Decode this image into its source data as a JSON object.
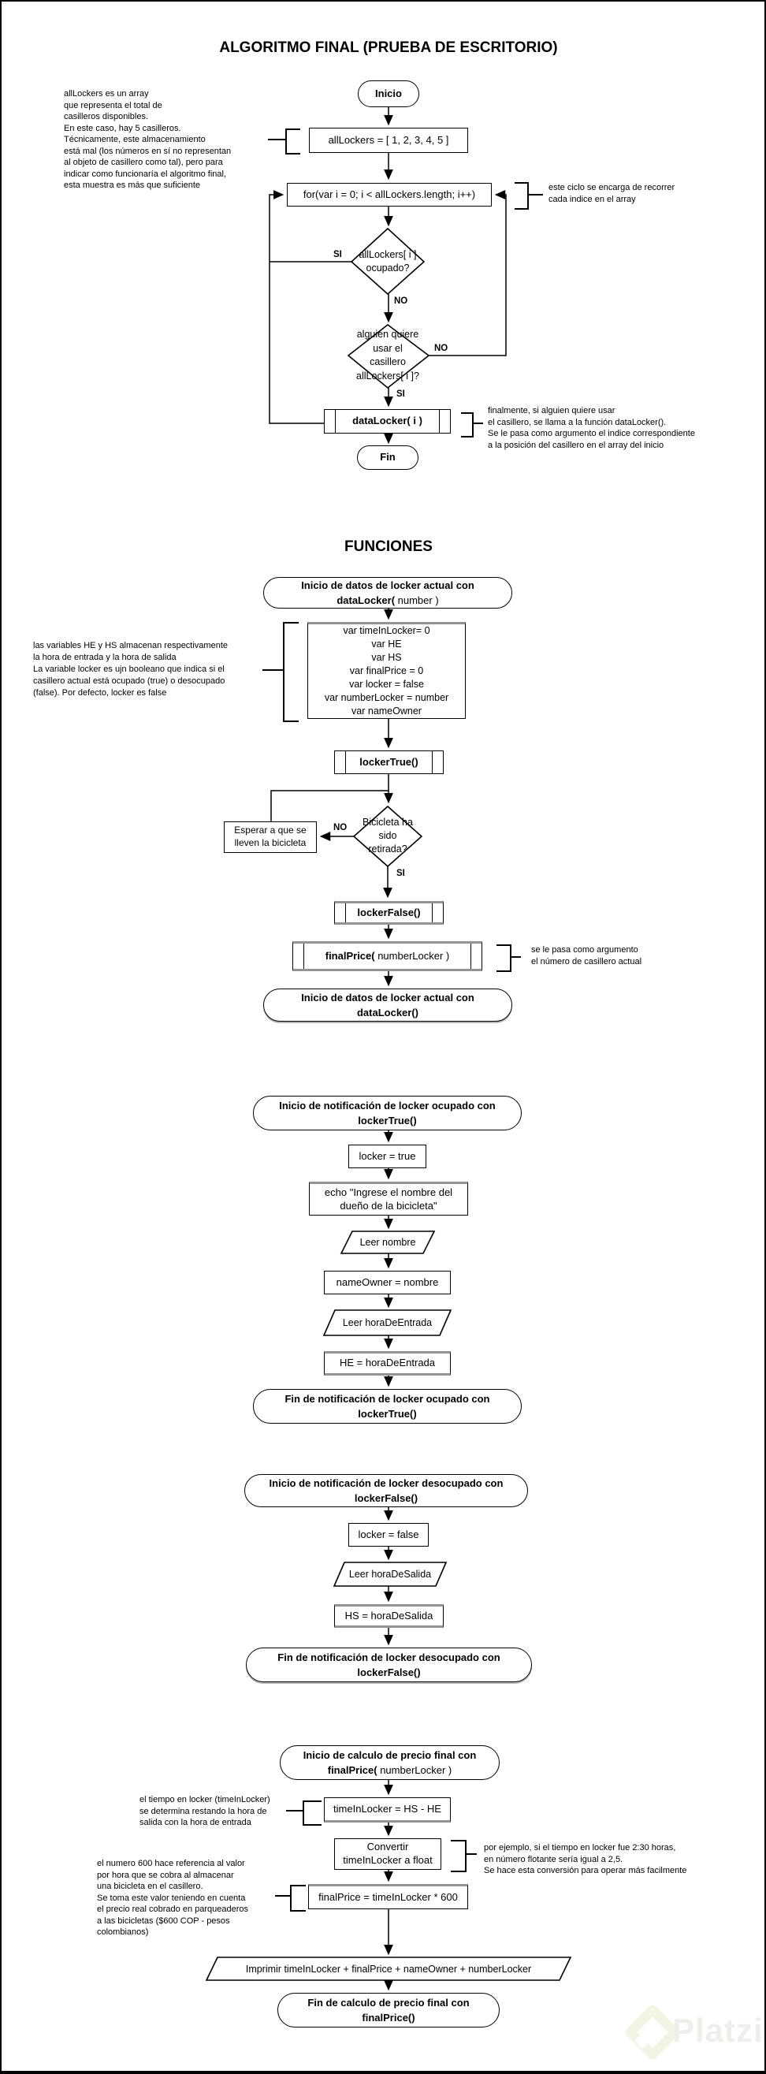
{
  "titles": {
    "main": "ALGORITMO FINAL (PRUEBA DE ESCRITORIO)",
    "functions": "FUNCIONES"
  },
  "labels": {
    "yes": "SI",
    "no": "NO"
  },
  "chart1": {
    "start": "Inicio",
    "array_box": "allLockers = [ 1, 2, 3, 4, 5 ]",
    "for_box": "for(var i = 0; i < allLockers.length; i++)",
    "decision_occupied": [
      "allLockers[ i ]",
      "ocupado?"
    ],
    "decision_use": [
      "alguien quiere",
      "usar el",
      "casillero",
      "allLockers[ i ]?"
    ],
    "datalocker_call": "dataLocker( i )",
    "end": "Fin",
    "note_array": [
      "allLockers es un array",
      "que representa el total de",
      "casilleros disponibles.",
      "En este caso, hay 5 casilleros.",
      "Técnicamente, este almacenamiento",
      "está mal (los números en sí no representan",
      "al objeto de casillero como tal), pero para",
      "indicar como funcionaría el algoritmo final,",
      "esta muestra es más que suficiente"
    ],
    "note_for": [
      "este ciclo se encarga de recorrer",
      "cada indice en el array"
    ],
    "note_datalocker": [
      "finalmente, si alguien quiere usar",
      "el casillero, se llama a la función dataLocker().",
      "Se le pasa como argumento el indice correspondiente",
      "a la posición del casillero en el array del inicio"
    ]
  },
  "chart2": {
    "start_line1": "Inicio de datos de locker actual con",
    "start_line2_bold": "dataLocker(",
    "start_line2_rest": " number )",
    "vars": [
      "var timeInLocker= 0",
      "var HE",
      "var HS",
      "var finalPrice = 0",
      "var locker = false",
      "var numberLocker = number",
      "var nameOwner"
    ],
    "note_vars": [
      "las variables HE y HS almacenan respectivamente",
      "la hora de entrada y la hora de salida",
      "La variable locker es ujn booleano que indica si el",
      "casillero actual está ocupado (true) o desocupado",
      "(false). Por defecto, locker es false"
    ],
    "lockertrue_call": "lockerTrue()",
    "wait_box": [
      "Esperar a que se",
      "lleven la bicicleta"
    ],
    "decision_bike": [
      "Bicicleta ha",
      "sido",
      "retirada?"
    ],
    "lockerfalse_call": "lockerFalse()",
    "finalprice_call_bold": "finalPrice(",
    "finalprice_call_rest": " numberLocker )",
    "note_finalprice": [
      "se le pasa como argumento",
      "el número de casillero actual"
    ],
    "end_line1": "Inicio de datos de locker actual con",
    "end_line2": "dataLocker()"
  },
  "chart3": {
    "start_line1": "Inicio de notificación de locker ocupado con",
    "start_line2": "lockerTrue()",
    "set_true": "locker = true",
    "echo": [
      "echo \"Ingrese el nombre del",
      "dueño de la bicicleta\""
    ],
    "read_name": "Leer nombre",
    "assign_name": "nameOwner = nombre",
    "read_entry": "Leer horaDeEntrada",
    "assign_entry": "HE = horaDeEntrada",
    "end_line1": "Fin de notificación de locker ocupado con",
    "end_line2": "lockerTrue()"
  },
  "chart4": {
    "start_line1": "Inicio de notificación de locker desocupado con",
    "start_line2": "lockerFalse()",
    "set_false": "locker = false",
    "read_exit": "Leer horaDeSalida",
    "assign_exit": "HS = horaDeSalida",
    "end_line1": "Fin de notificación de locker desocupado con",
    "end_line2": "lockerFalse()"
  },
  "chart5": {
    "start_line1": "Inicio de calculo de precio final con",
    "start_line2_bold": "finalPrice(",
    "start_line2_rest": " numberLocker )",
    "time_calc": "timeInLocker = HS - HE",
    "convert": [
      "Convertir",
      "timeInLocker a float"
    ],
    "price_calc": "finalPrice = timeInLocker * 600",
    "print": "Imprimir timeInLocker + finalPrice + nameOwner + numberLocker",
    "end_line1": "Fin de calculo de precio final con",
    "end_line2": "finalPrice()",
    "note_time": [
      "el tiempo en locker (timeInLocker)",
      "se determina restando la hora de",
      "salida con la hora de entrada"
    ],
    "note_convert": [
      "por ejemplo, si el tiempo en locker fue 2:30 horas,",
      "en número flotante sería igual a 2,5.",
      "Se hace esta conversión para operar más facilmente"
    ],
    "note_600": [
      "el numero 600 hace referencia al valor",
      "por hora que se cobra al almacenar",
      "una bicicleta en el casillero.",
      "Se toma este valor teniendo en cuenta",
      "el precio real cobrado en parqueaderos",
      "a las bicicletas ($600 COP - pesos",
      "colombianos)"
    ]
  },
  "watermark": {
    "text": "Platzi"
  }
}
